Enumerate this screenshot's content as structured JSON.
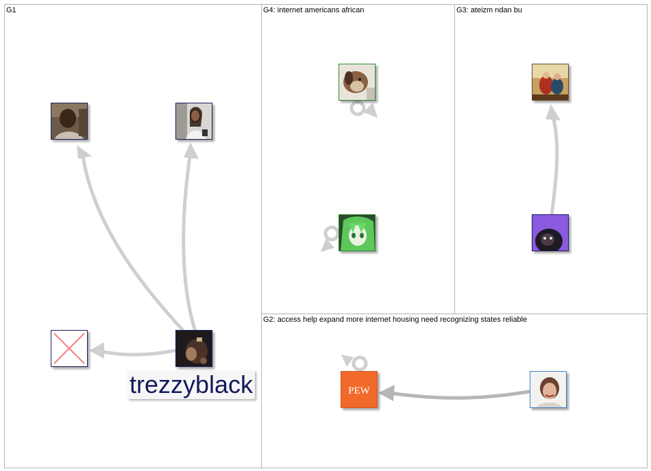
{
  "groups": {
    "g1": {
      "title": "G1"
    },
    "g4": {
      "title": "G4: internet americans african"
    },
    "g3": {
      "title": "G3: ateizm ndan bu"
    },
    "g2": {
      "title": "G2: access help expand more internet housing need recognizing states reliable"
    }
  },
  "nodes": {
    "trezzyblack": {
      "label": "trezzyblack"
    },
    "pew": {
      "logo_text": "PEW"
    }
  },
  "colors": {
    "edge": "#cccccc",
    "edge_dark": "#b3b3b3",
    "label_text": "#131a5c",
    "pew_orange": "#f26a2b",
    "node_border_navy": "#1b1e5c",
    "node_border_green": "#2e8b2e",
    "node_border_blue": "#3f82c8"
  }
}
